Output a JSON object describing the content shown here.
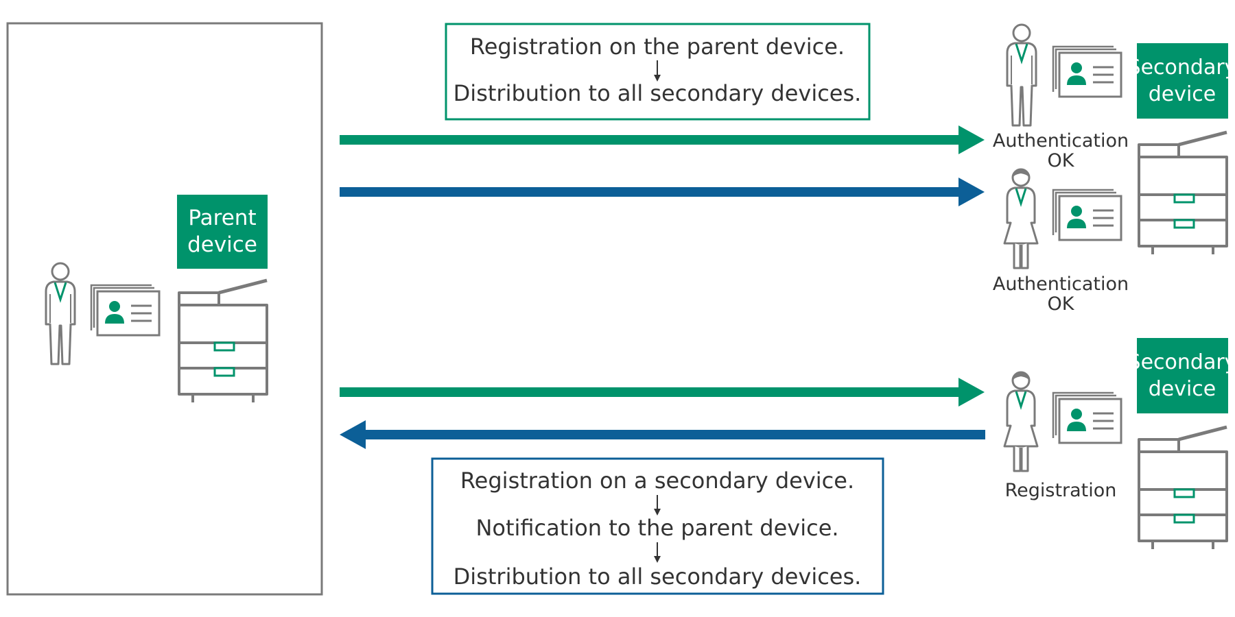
{
  "colors": {
    "green": "#00936b",
    "blue": "#0c5f97",
    "gray": "#7a7a7a",
    "text": "#333333"
  },
  "parent": {
    "label_line1": "Parent",
    "label_line2": "device",
    "icons": [
      "male-person-icon",
      "id-card-icon",
      "printer-icon"
    ]
  },
  "top_flow": {
    "step1": "Registration on the parent device.",
    "step2": "Distribution to all secondary devices.",
    "arrow_icon": "down-arrow-icon"
  },
  "secondary_top": {
    "label_line1": "Secondary",
    "label_line2": "device",
    "user1_status_line1": "Authentication",
    "user1_status_line2": "OK",
    "user2_status_line1": "Authentication",
    "user2_status_line2": "OK",
    "icons": [
      "male-person-icon",
      "female-person-icon",
      "id-card-icon",
      "printer-icon"
    ]
  },
  "secondary_bottom": {
    "label_line1": "Secondary",
    "label_line2": "device",
    "user_status": "Registration",
    "icons": [
      "female-person-icon",
      "id-card-icon",
      "printer-icon"
    ]
  },
  "bottom_flow": {
    "step1": "Registration on a secondary device.",
    "step2": "Notification to the parent device.",
    "step3": "Distribution to all secondary devices.",
    "arrow_icon": "down-arrow-icon"
  }
}
